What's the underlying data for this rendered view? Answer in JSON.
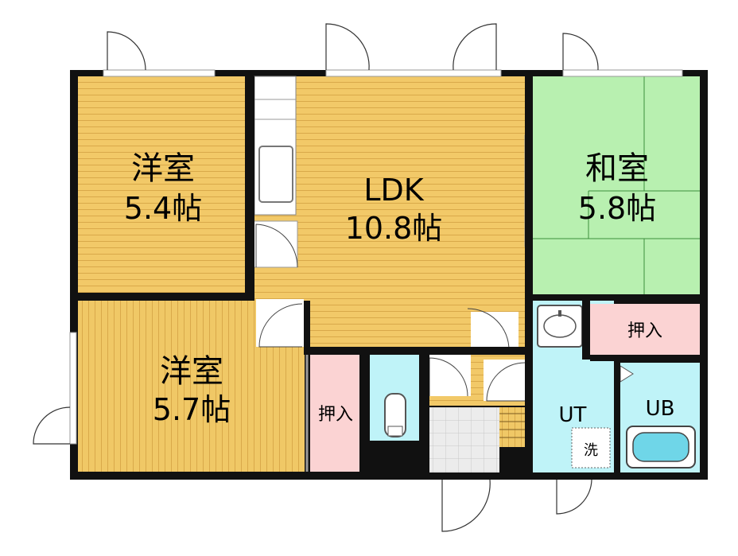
{
  "rooms": {
    "western1": {
      "name": "洋室",
      "size": "5.4帖"
    },
    "ldk": {
      "name": "LDK",
      "size": "10.8帖"
    },
    "japanese": {
      "name": "和室",
      "size": "5.8帖"
    },
    "western2": {
      "name": "洋室",
      "size": "5.7帖"
    },
    "closet_center": {
      "name": "押入"
    },
    "closet_right": {
      "name": "押入"
    },
    "utility": {
      "name": "UT"
    },
    "bath": {
      "name": "UB"
    },
    "washer": {
      "name": "洗"
    }
  },
  "colors": {
    "wall": "#111111",
    "floor_wood": "#f2c968",
    "floor_wood_line": "#d9a94a",
    "tatami": "#b8f0b0",
    "closet": "#fbd3d3",
    "wet_area": "#bff3f8",
    "entrance_tile": "#e6e6e6"
  }
}
